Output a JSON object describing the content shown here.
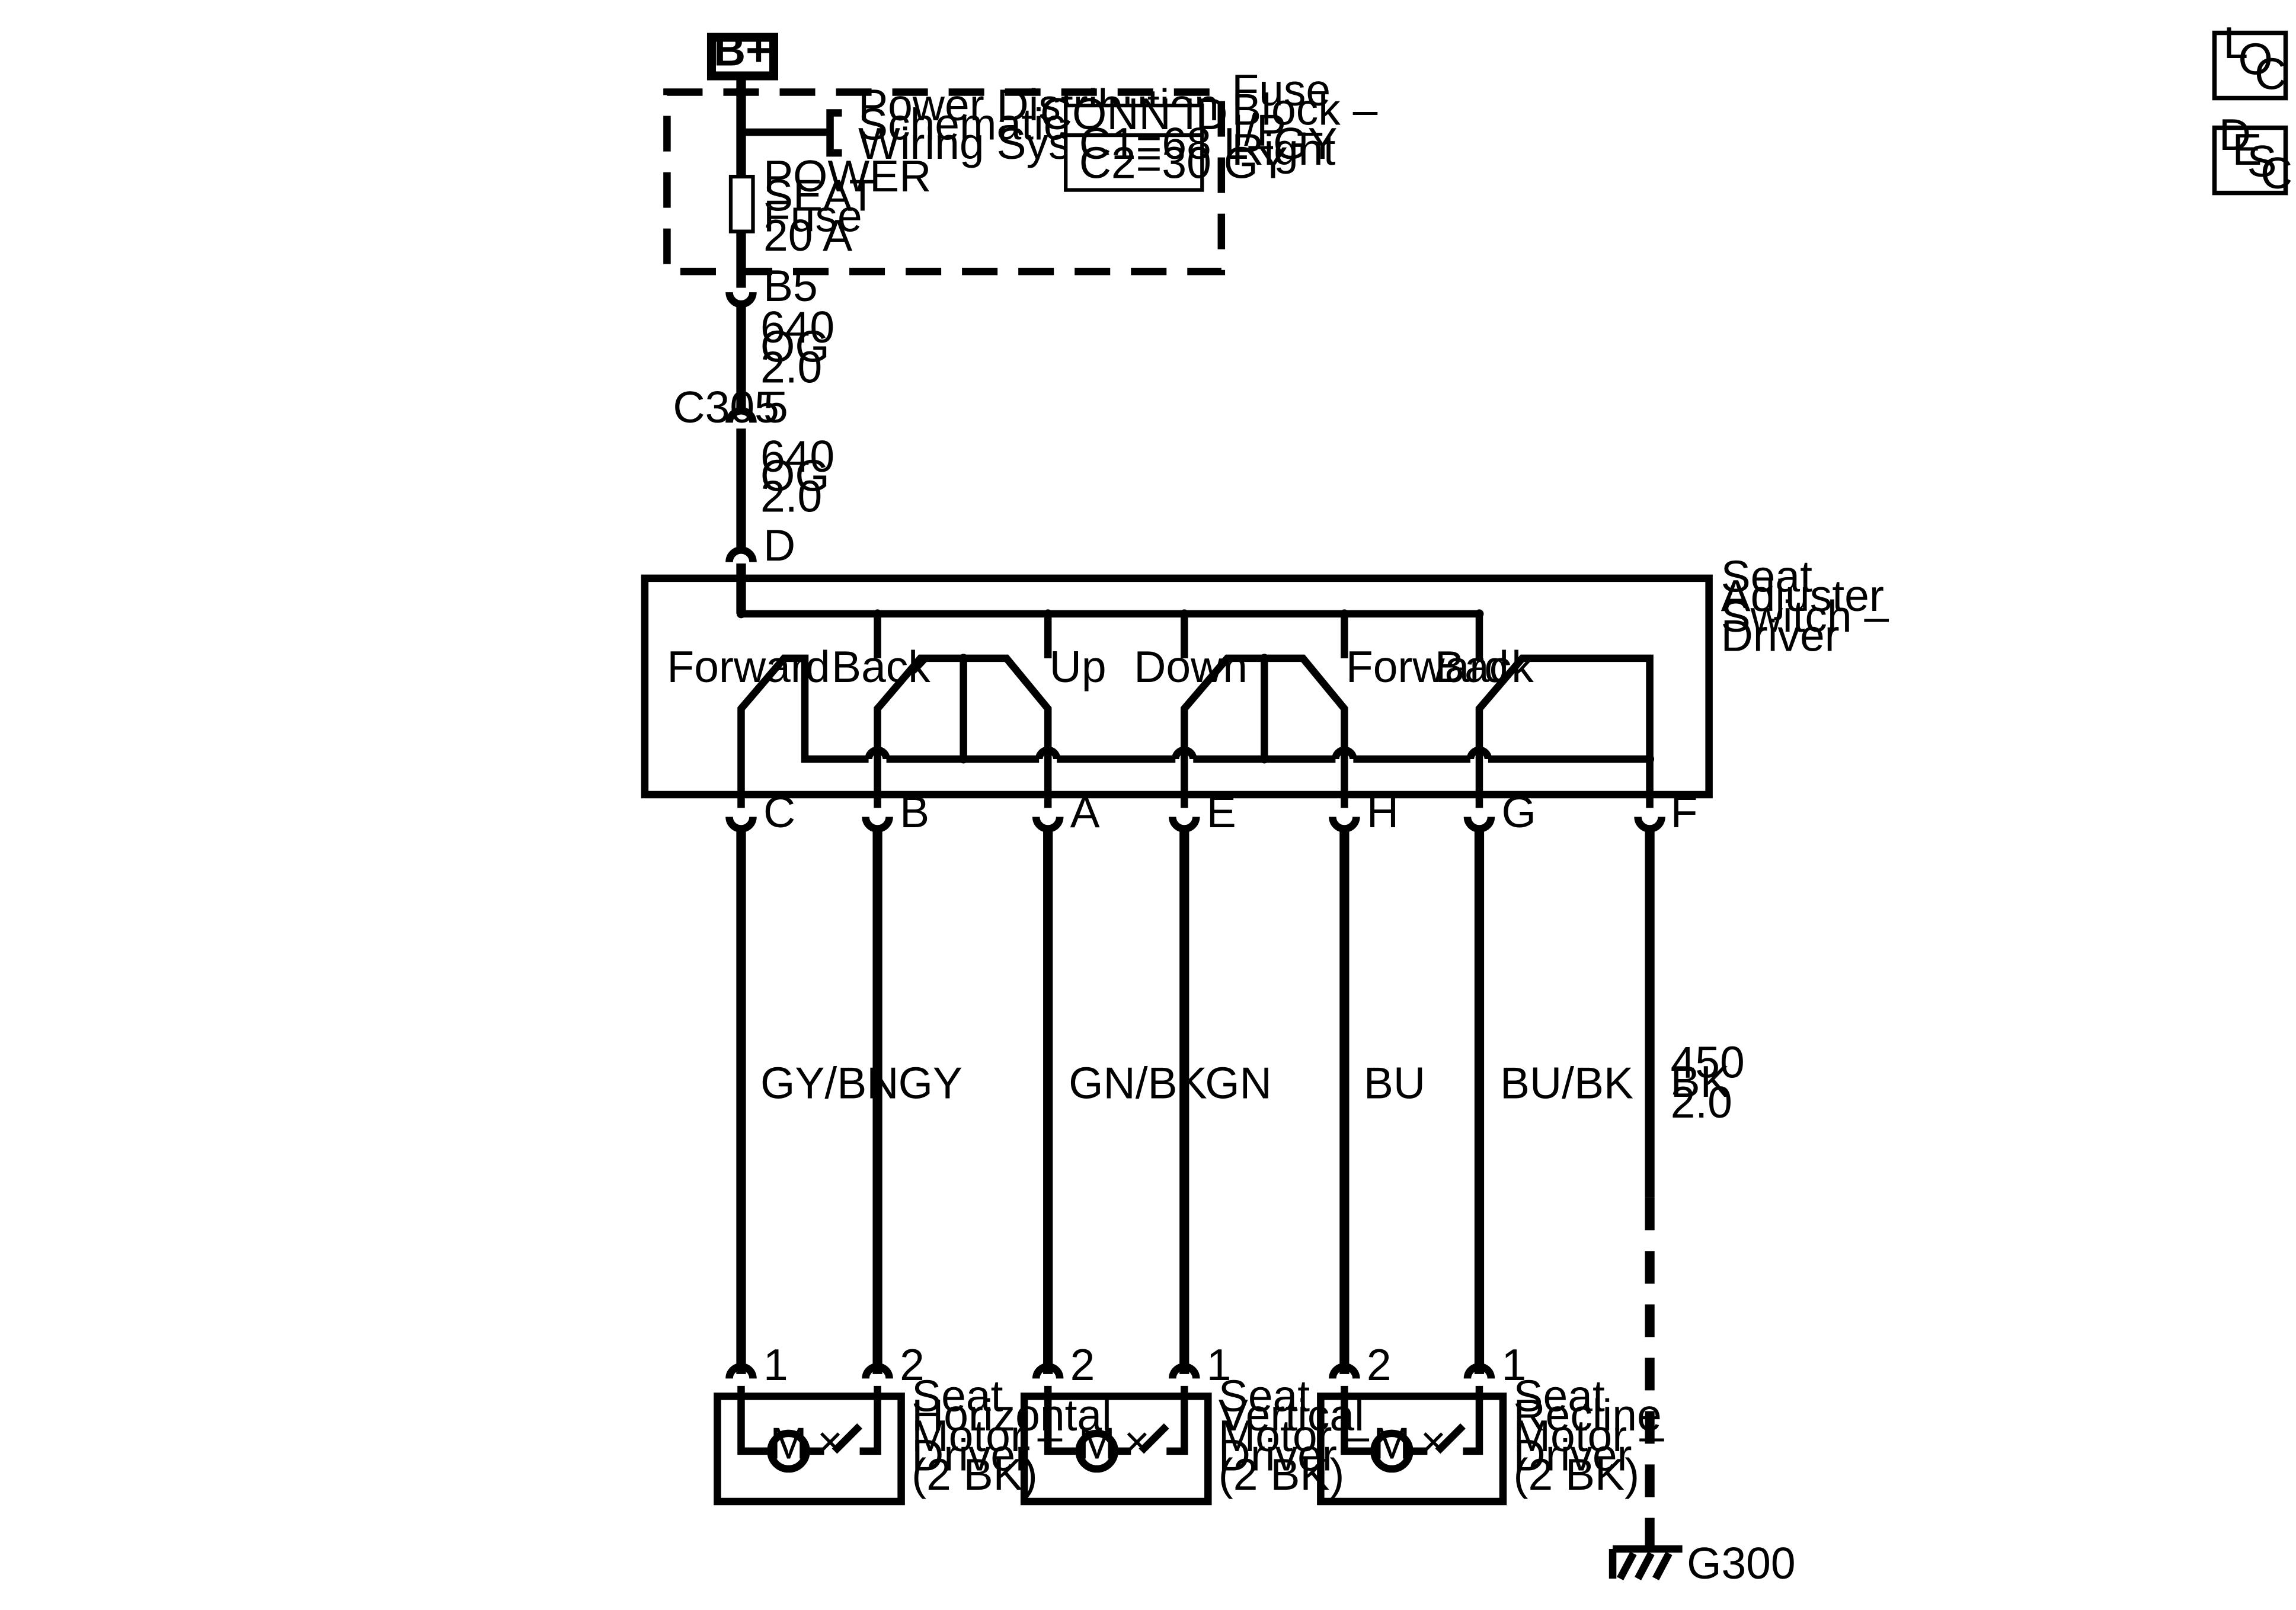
{
  "power_source": {
    "label": "B+"
  },
  "fuse_block": {
    "ref_lines": [
      "Power Distribution",
      "Schematics in",
      "Wiring Systems"
    ],
    "fuse_lines": [
      "POWER",
      "SEAT",
      "Fuse",
      "20 A"
    ],
    "conn_id": {
      "header": "CONN ID",
      "lines": [
        "C1=68 L–GY",
        "C2=30 GY"
      ]
    },
    "name_lines": [
      "Fuse",
      "Block –",
      "I/P –",
      "Right"
    ],
    "output_terminal": "B5"
  },
  "wires": {
    "feed_upper": [
      "640",
      "OG",
      "2.0"
    ],
    "feed_lower": [
      "640",
      "OG",
      "2.0"
    ],
    "ground": [
      "450",
      "BK",
      "2.0"
    ]
  },
  "inline_connector": {
    "name": "C305",
    "pin": "5"
  },
  "switch": {
    "input_pin": "D",
    "name_lines": [
      "Seat",
      "Adjuster",
      "Switch –",
      "Driver"
    ],
    "position_labels": [
      "Forward",
      "Back",
      "Up",
      "Down",
      "Forward",
      "Back"
    ],
    "output_pins": [
      "C",
      "B",
      "A",
      "E",
      "H",
      "G",
      "F"
    ]
  },
  "circuit_colors": [
    "GY/BN",
    "GY",
    "GN/BK",
    "GN",
    "BU",
    "BU/BK"
  ],
  "motors": [
    {
      "pins": [
        "1",
        "2"
      ],
      "symbol": "M",
      "name_lines": [
        "Seat",
        "Horizontal",
        "Motor –",
        "Driver",
        "(2 BK)"
      ]
    },
    {
      "pins": [
        "2",
        "1"
      ],
      "symbol": "M",
      "name_lines": [
        "Seat",
        "Vertical",
        "Motor –",
        "Driver",
        "(2 BK)"
      ]
    },
    {
      "pins": [
        "2",
        "1"
      ],
      "symbol": "M",
      "name_lines": [
        "Seat",
        "Recline",
        "Motor –",
        "Driver",
        "(2 BK)"
      ]
    }
  ],
  "ground": {
    "label": "G300"
  },
  "side_buttons": [
    {
      "letters": [
        "L",
        "O",
        "C"
      ]
    },
    {
      "letters": [
        "D",
        "E",
        "S",
        "C"
      ]
    }
  ]
}
